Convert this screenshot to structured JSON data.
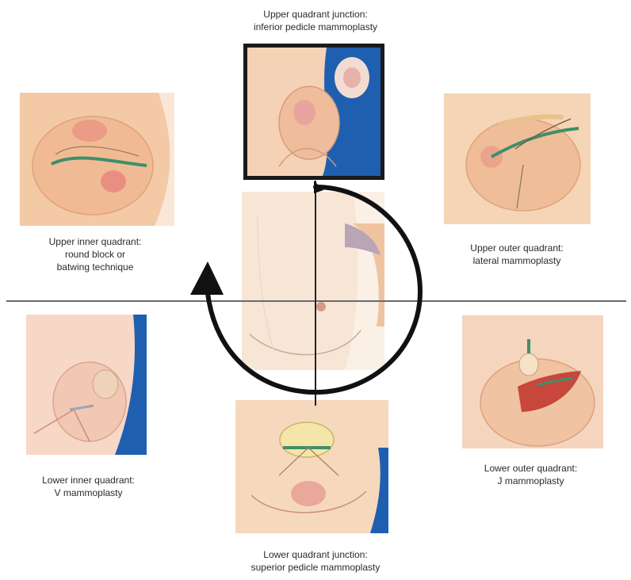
{
  "captions": {
    "upper_junction": [
      "Upper quadrant junction:",
      "inferior pedicle mammoplasty"
    ],
    "upper_inner": [
      "Upper inner quadrant:",
      "round block or",
      "batwing technique"
    ],
    "upper_outer": [
      "Upper outer quadrant:",
      "lateral mammoplasty"
    ],
    "lower_inner": [
      "Lower inner quadrant:",
      "V mammoplasty"
    ],
    "lower_outer": [
      "Lower outer quadrant:",
      "J mammoplasty"
    ],
    "lower_junction": [
      "Lower quadrant junction:",
      "superior pedicle mammoplasty"
    ]
  },
  "colors": {
    "skin": "#f3c9a6",
    "skin_dark": "#e8a983",
    "blue_accent": "#1f5fb0",
    "incision_green": "#3f8f6a",
    "lesion_red": "#c7473c",
    "axis_line": "#6b6b6b",
    "arrow": "#111111"
  }
}
